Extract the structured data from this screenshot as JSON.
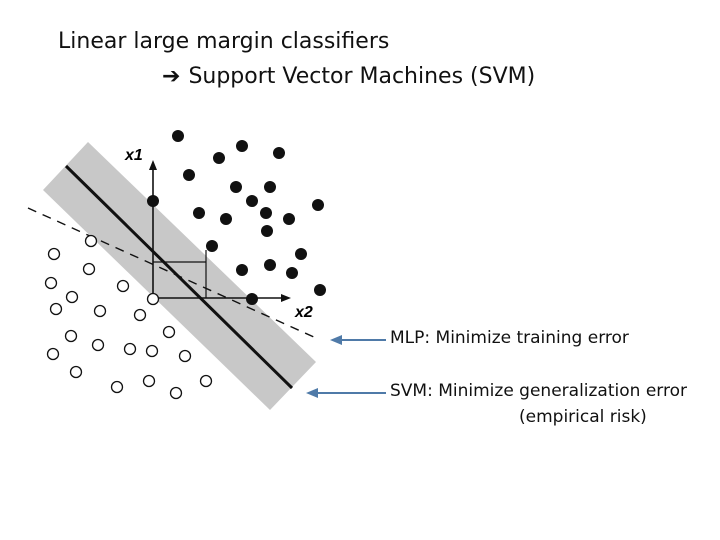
{
  "slide": {
    "title_line1": "Linear large margin classifiers",
    "title_arrow": "➔",
    "title_line2": "Support Vector Machines (SVM)"
  },
  "figure": {
    "axis_x1_label": "x1",
    "axis_x2_label": "x2"
  },
  "annotations": {
    "mlp_note": "MLP: Minimize training error",
    "svm_note": "SVM: Minimize generalization error",
    "svm_note_sub": "(empirical risk)",
    "arrow_color": "#4f7aa8"
  }
}
